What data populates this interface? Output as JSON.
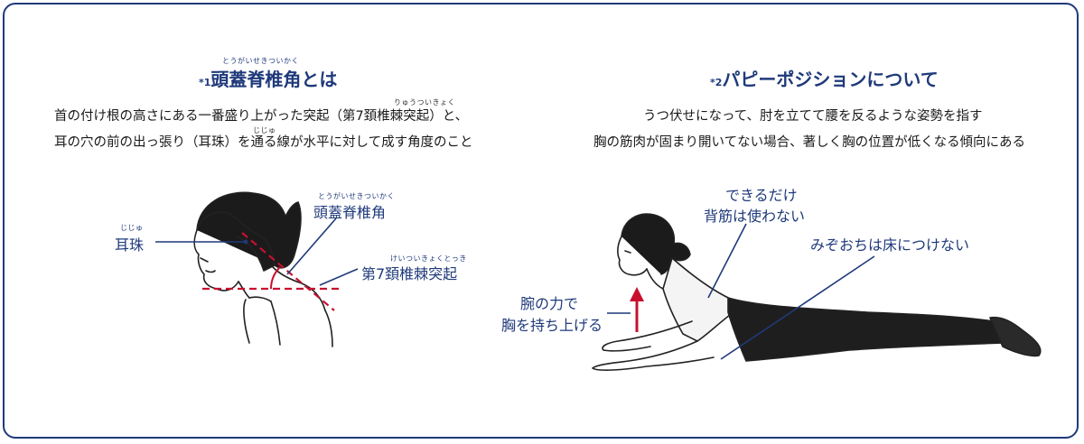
{
  "left": {
    "title_mark": "*1",
    "title": "頭蓋脊椎角とは",
    "title_ruby": "とうがいせきついかく",
    "desc_line1": "首の付け根の高さにある一番盛り上がった突起（第7頚椎棘突起）と、",
    "desc_line1_ruby": "りゅうついきょく",
    "desc_line2": "耳の穴の前の出っ張り（耳珠）を通る線が水平に対して成す角度のこと",
    "desc_line2_ruby": "じじゅ",
    "label_ear": "耳珠",
    "label_ear_ruby": "じじゅ",
    "label_angle": "頭蓋脊椎角",
    "label_angle_ruby": "とうがいせきついかく",
    "label_c7": "第7頚椎棘突起",
    "label_c7_ruby": "けいついきょくとっき"
  },
  "right": {
    "title_mark": "*2",
    "title": "パピーポジションについて",
    "desc_line1": "うつ伏せになって、肘を立てて腰を反るような姿勢を指す",
    "desc_line2": "胸の筋肉が固まり開いてない場合、著しく胸の位置が低くなる傾向にある",
    "label_back_1": "できるだけ",
    "label_back_2": "背筋は使わない",
    "label_stomach": "みぞおちは床につけない",
    "label_arms_1": "腕の力で",
    "label_arms_2": "胸を持ち上げる"
  },
  "colors": {
    "navy": "#1f3a7a",
    "red": "#c8102e"
  }
}
